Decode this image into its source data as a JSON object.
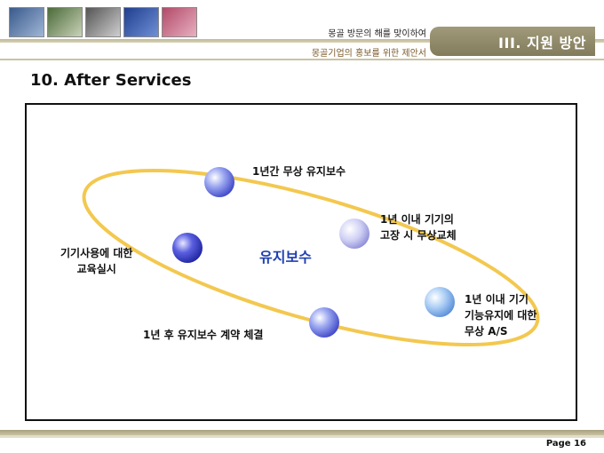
{
  "header": {
    "photos": [
      "",
      "",
      "",
      "",
      ""
    ],
    "subtitle1": "몽골 방문의 해를 맞이하여",
    "subtitle2": "몽골기업의 홍보를 위한 제안서",
    "section": "III. 지원 방안"
  },
  "page_title": "10. After Services",
  "diagram": {
    "center": "유지보수",
    "nodes": [
      {
        "line1": "1년간 무상 유지보수",
        "line2": "",
        "line3": ""
      },
      {
        "line1": "1년 이내 기기의",
        "line2": "고장 시 무상교체",
        "line3": ""
      },
      {
        "line1": "1년 이내 기기",
        "line2": "기능유지에 대한",
        "line3": "무상 A/S"
      },
      {
        "line1": "1년 후 유지보수 계약 체결",
        "line2": "",
        "line3": ""
      },
      {
        "line1": "기기사용에 대한",
        "line2": "교육실시",
        "line3": ""
      }
    ]
  },
  "colors": {
    "ring": "#f2c23c",
    "accent": "#8a8362"
  },
  "footer": {
    "page": "Page 16"
  }
}
